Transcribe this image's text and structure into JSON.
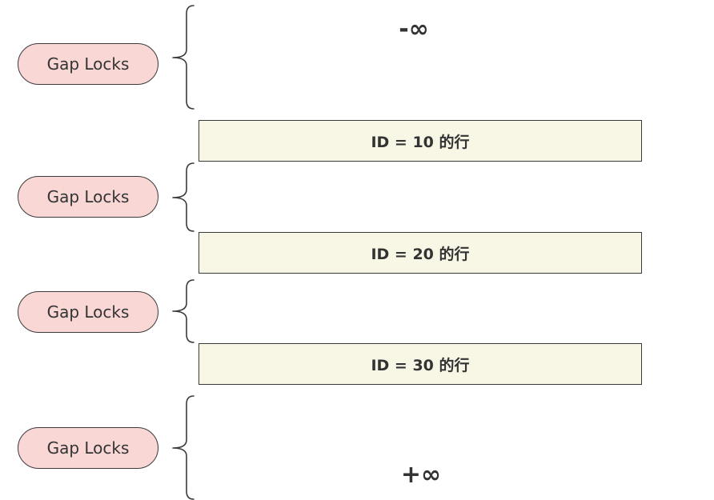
{
  "gap_locks": [
    {
      "label": "Gap Locks"
    },
    {
      "label": "Gap Locks"
    },
    {
      "label": "Gap Locks"
    },
    {
      "label": "Gap Locks"
    }
  ],
  "rows": [
    {
      "label": "ID = 10 的行"
    },
    {
      "label": "ID = 20 的行"
    },
    {
      "label": "ID = 30 的行"
    }
  ],
  "bounds": {
    "lower": "-∞",
    "upper": "+∞"
  },
  "colors": {
    "gap_lock_fill": "#f8d7d5",
    "row_fill": "#f8f7e6",
    "stroke": "#3a3a3a",
    "text": "#333333"
  }
}
